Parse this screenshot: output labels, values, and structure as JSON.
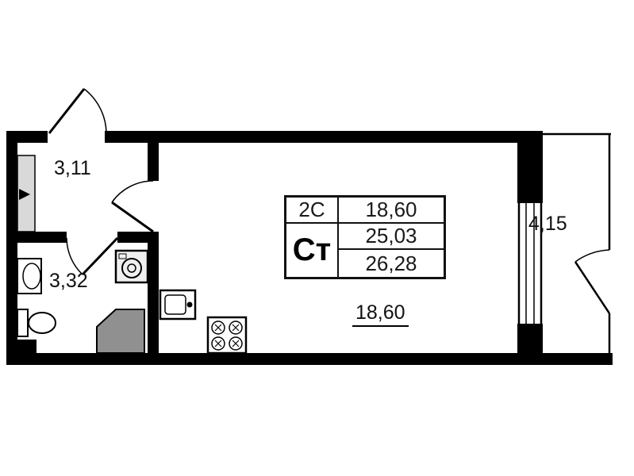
{
  "floor_plan": {
    "rooms": [
      {
        "id": "hallway",
        "area": "3,11"
      },
      {
        "id": "bathroom",
        "area": "3,32"
      },
      {
        "id": "living-room",
        "area": "18,60"
      },
      {
        "id": "balcony",
        "area": "4,15"
      }
    ],
    "spec_table": {
      "type_code": "2С",
      "living_area": "18,60",
      "unit_code": "Ст",
      "area_total": "25,03",
      "area_with_balcony": "26,28"
    },
    "fixtures": [
      "washing-machine",
      "bathroom-sink",
      "toilet",
      "shower-tray",
      "kitchen-sink",
      "stove"
    ],
    "colors": {
      "wall": "#000000",
      "fixture_gray": "#909090",
      "shaft_gray": "#d9d9d9",
      "background": "#ffffff"
    }
  }
}
